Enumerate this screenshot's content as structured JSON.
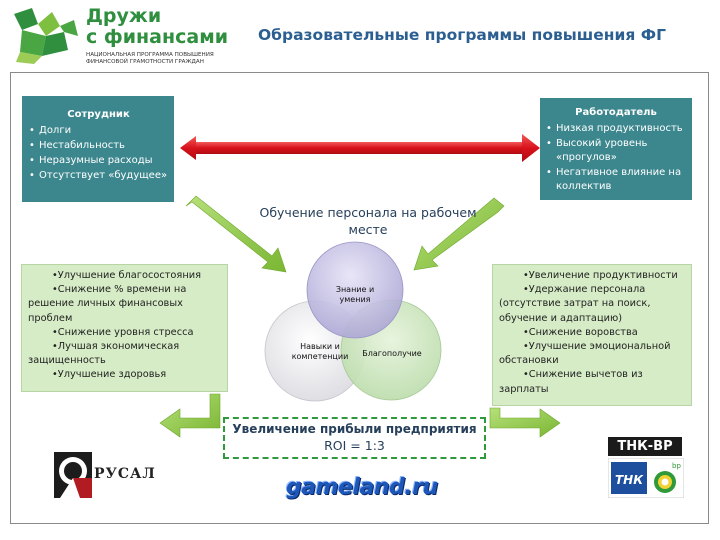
{
  "header": {
    "logo_line1": "Дружи",
    "logo_line2": "с финансами",
    "logo_subtitle": "НАЦИОНАЛЬНАЯ ПРОГРАММА ПОВЫШЕНИЯ ФИНАНСОВОЙ ГРАМОТНОСТИ ГРАЖДАН",
    "title": "Образовательные программы повышения ФГ"
  },
  "employee": {
    "title": "Сотрудник",
    "items": [
      "Долги",
      "Нестабильность",
      "Неразумные расходы",
      "Отсутствует «будущее»"
    ]
  },
  "employer": {
    "title": "Работодатель",
    "items": [
      "Низкая продуктивность",
      "Высокий уровень «прогулов»",
      "Негативное влияние на коллектив"
    ]
  },
  "center": {
    "label": "Обучение персонала на рабочем месте",
    "circles": {
      "knowledge": [
        "Знание и",
        "умения"
      ],
      "skills": [
        "Навыки и",
        "компетенции"
      ],
      "wellbeing": "Благополучие"
    }
  },
  "employee_benefits": [
    "Улучшение благосостояния",
    "Снижение % времени на решение личных финансовых проблем",
    "Снижение уровня стресса",
    "Лучшая экономическая защищенность",
    "Улучшение здоровья"
  ],
  "employer_benefits": [
    "Увеличение продуктивности",
    "Удержание персонала (отсутствие затрат на поиск, обучение и адаптацию)",
    "Снижение воровства",
    "Улучшение эмоциональной обстановки",
    "Снижение вычетов из зарплаты"
  ],
  "result": {
    "line1": "Увеличение прибыли предприятия",
    "line2": "ROI =  1:3"
  },
  "logos": {
    "rusal": "РУСАЛ",
    "gameland": "gameland.ru",
    "tnk_top": "ТНК-ВР",
    "tnk_mark": "ТНК",
    "bp": "bp"
  },
  "colors": {
    "teal": "#3c878e",
    "green_box": "#d6ecc6",
    "green_arrow": "#8cc63f",
    "red_arrow": "#e0141e",
    "title_blue": "#2c5f91",
    "brand_green": "#2f8f3f"
  }
}
